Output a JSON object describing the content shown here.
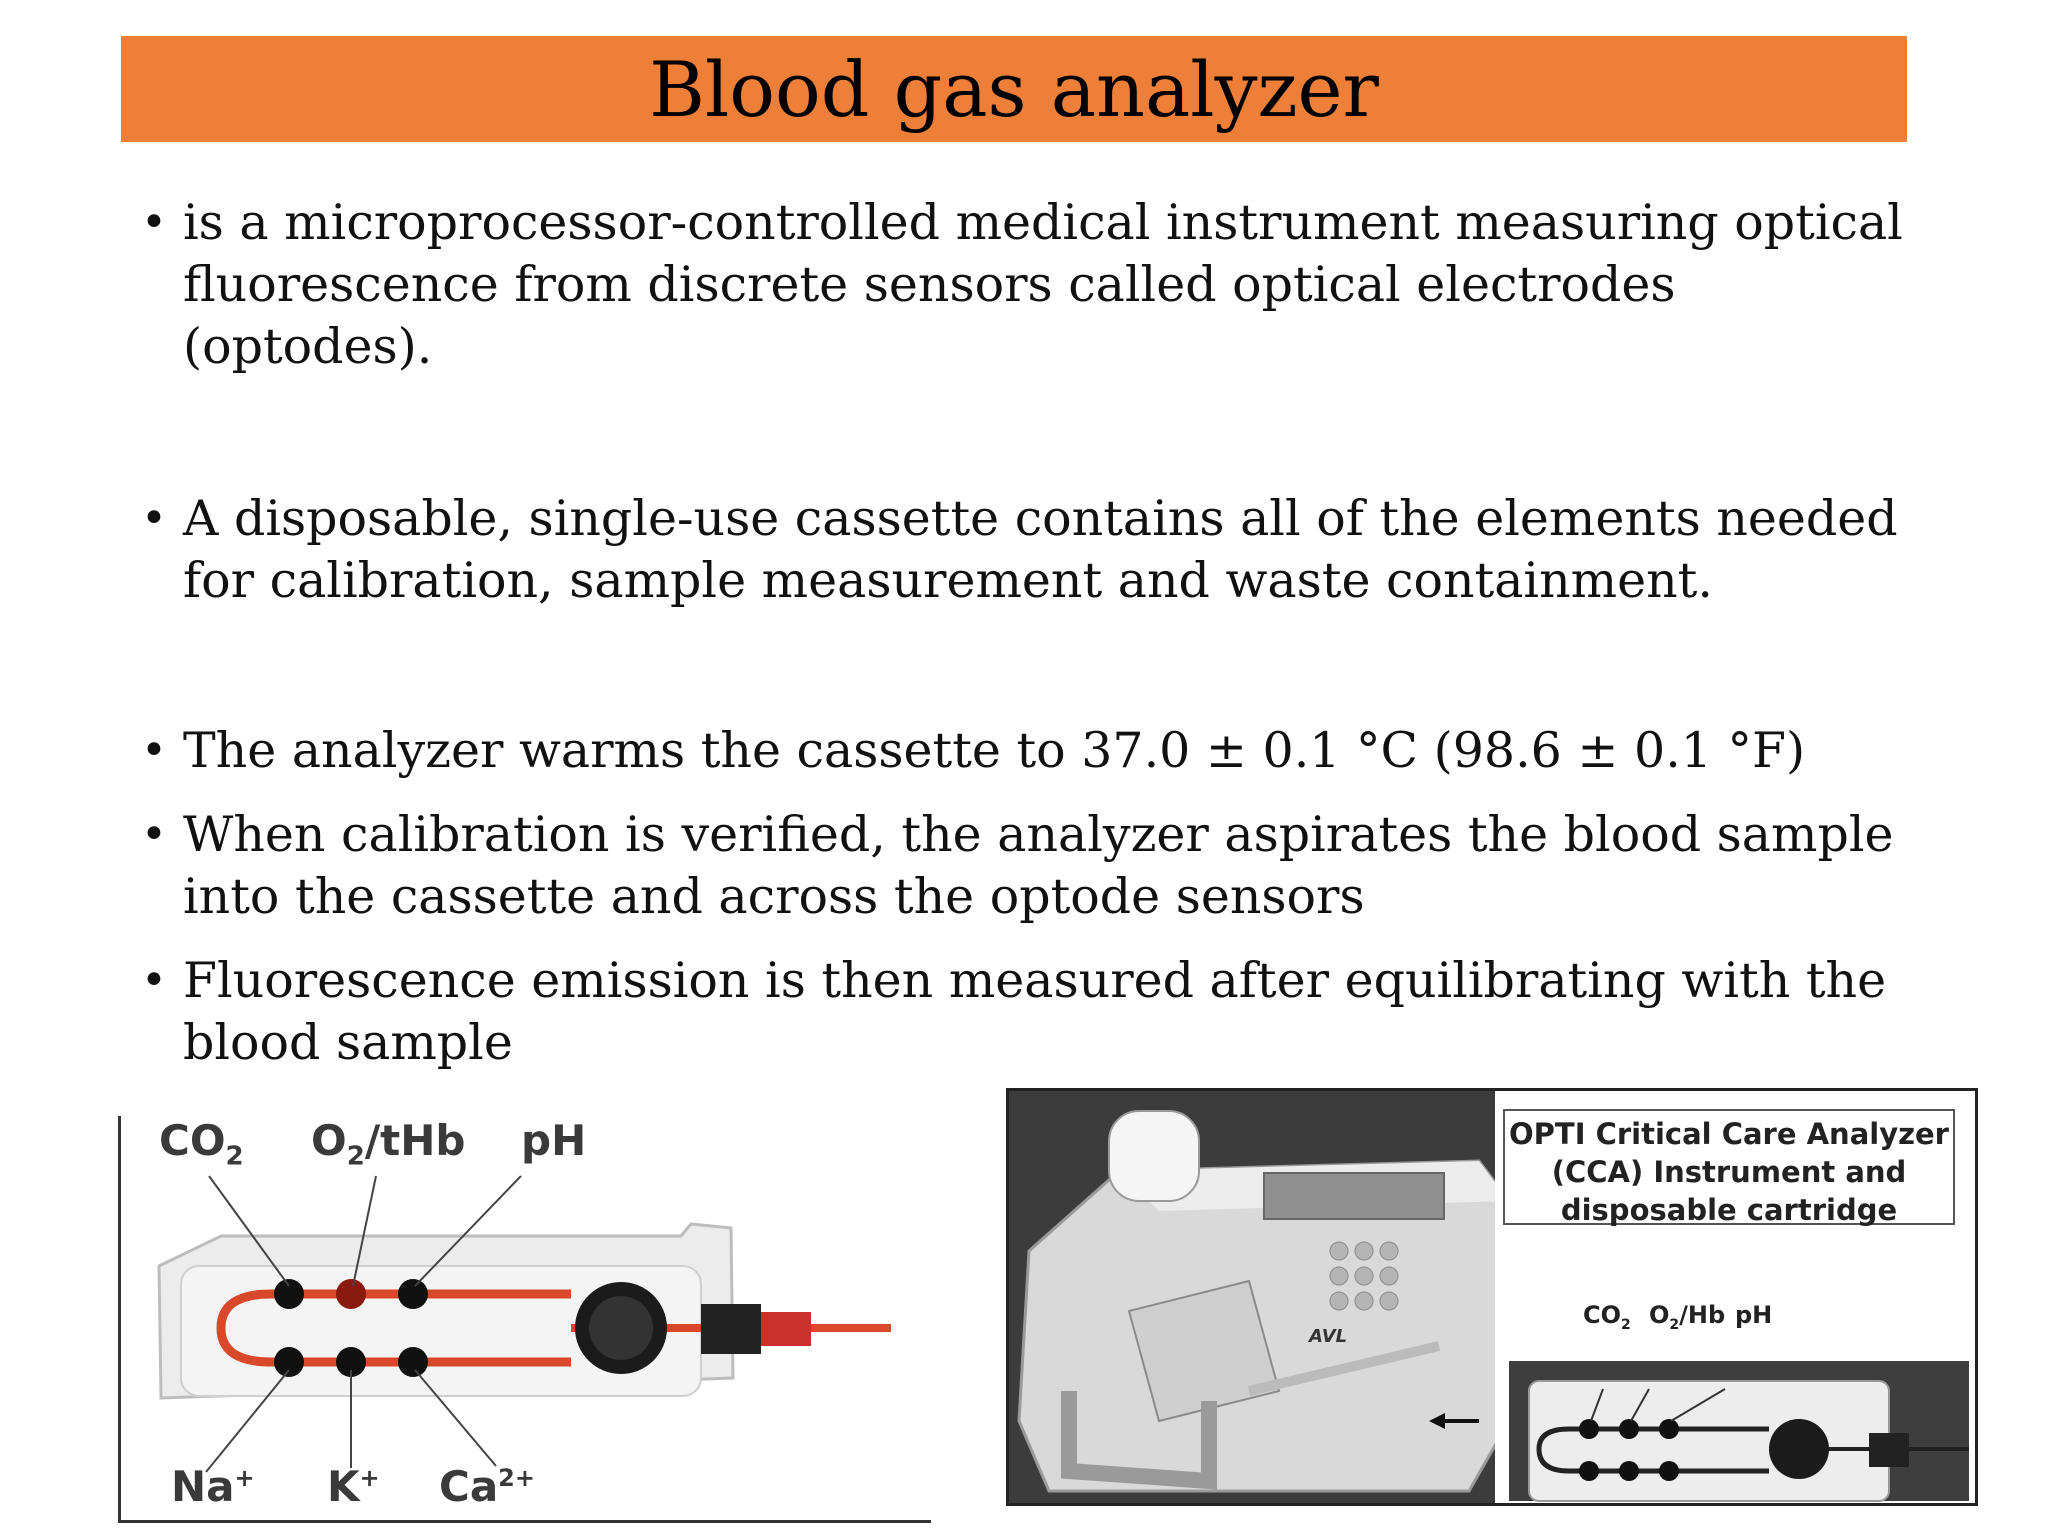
{
  "slide": {
    "title": "Blood gas analyzer",
    "bullets": [
      "is a microprocessor-controlled medical instrument measuring optical fluorescence from discrete sensors called optical electrodes (optodes).",
      "A disposable, single-use cassette contains all of the elements needed for calibration, sample measurement and waste containment.",
      "The analyzer warms the cassette to 37.0 ± 0.1 °C (98.6 ± 0.1 °F)",
      "When calibration is verified, the analyzer aspirates the blood sample into the cassette and across the optode sensors",
      "Fluorescence emission is then measured after equilibrating with the blood sample"
    ],
    "bullet_glyph": "•"
  },
  "figure_left": {
    "top_labels": [
      "CO",
      "O",
      "/tHb",
      "pH"
    ],
    "top_subs": [
      "2",
      "2"
    ],
    "bottom_labels": [
      "Na",
      "K",
      "Ca"
    ],
    "bottom_sups": [
      "+",
      "+",
      "2+"
    ],
    "channel_color": "#d9482a",
    "sensor_color": "#111111"
  },
  "figure_right": {
    "caption_lines": [
      "OPTI Critical Care Analyzer",
      "(CCA) Instrument  and",
      "disposable cartridge"
    ],
    "mini_labels": [
      "CO",
      "O",
      "/Hb",
      "pH"
    ],
    "mini_subs": [
      "2",
      "2"
    ],
    "brand_mark": "AVL"
  }
}
